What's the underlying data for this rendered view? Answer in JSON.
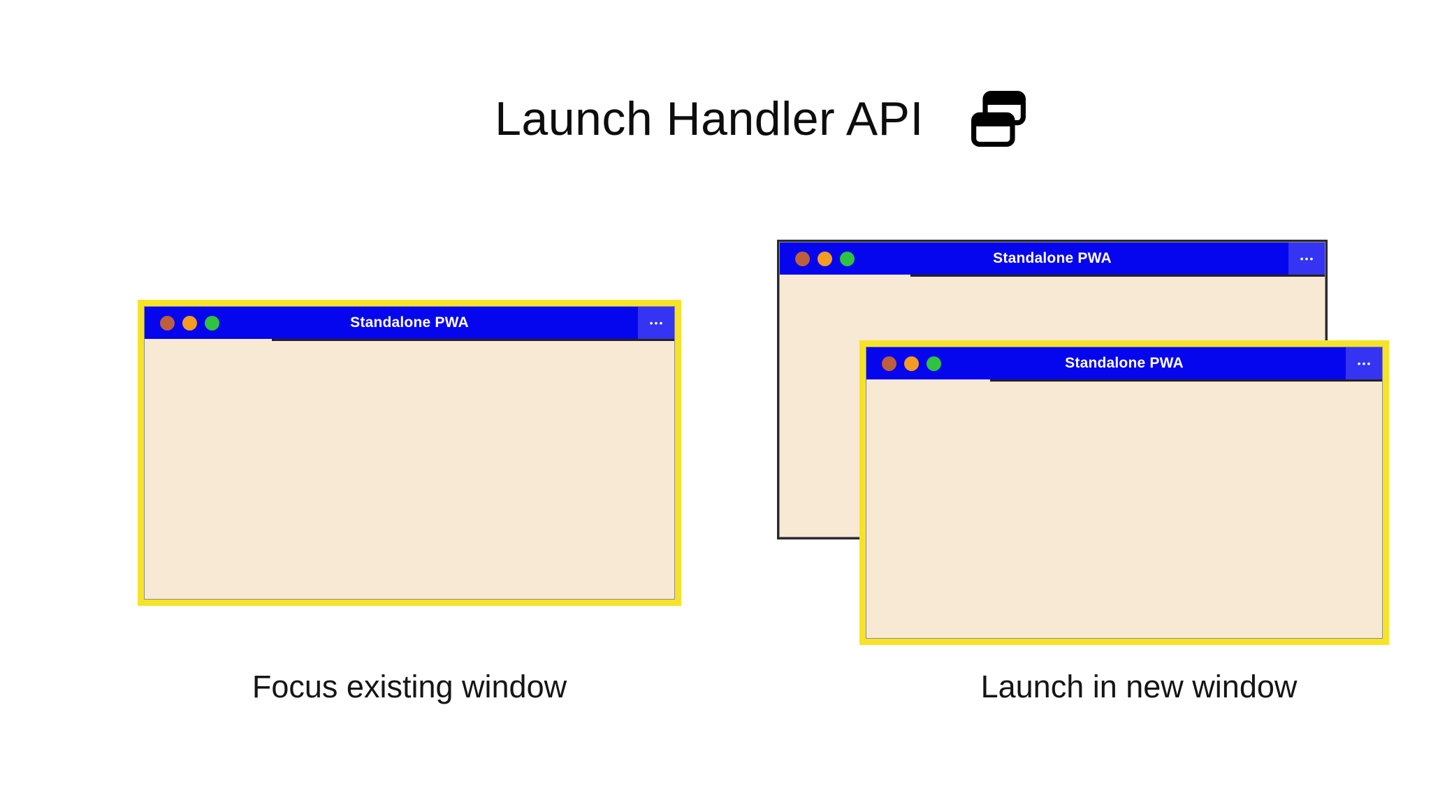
{
  "header": {
    "title": "Launch Handler API",
    "icon": "overlapping-windows-icon"
  },
  "windows": {
    "focused": {
      "title": "Standalone PWA",
      "menu": "•••"
    },
    "background": {
      "title": "Standalone PWA",
      "menu": "•••"
    },
    "new_window": {
      "title": "Standalone PWA",
      "menu": "•••"
    }
  },
  "captions": {
    "focus_existing": "Focus existing window",
    "launch_new": "Launch in new window"
  },
  "colors": {
    "titlebar_blue": "#0606ee",
    "menu_button_blue": "#3434f2",
    "window_body_cream": "#f8e9d5",
    "highlight_yellow": "#f6e329",
    "background_window_border": "#2b2b2b",
    "traffic_dot_red": "#bd5f3b",
    "traffic_dot_orange": "#f49c22",
    "traffic_dot_green": "#2fc33f",
    "text_black": "#0d0d0d"
  }
}
